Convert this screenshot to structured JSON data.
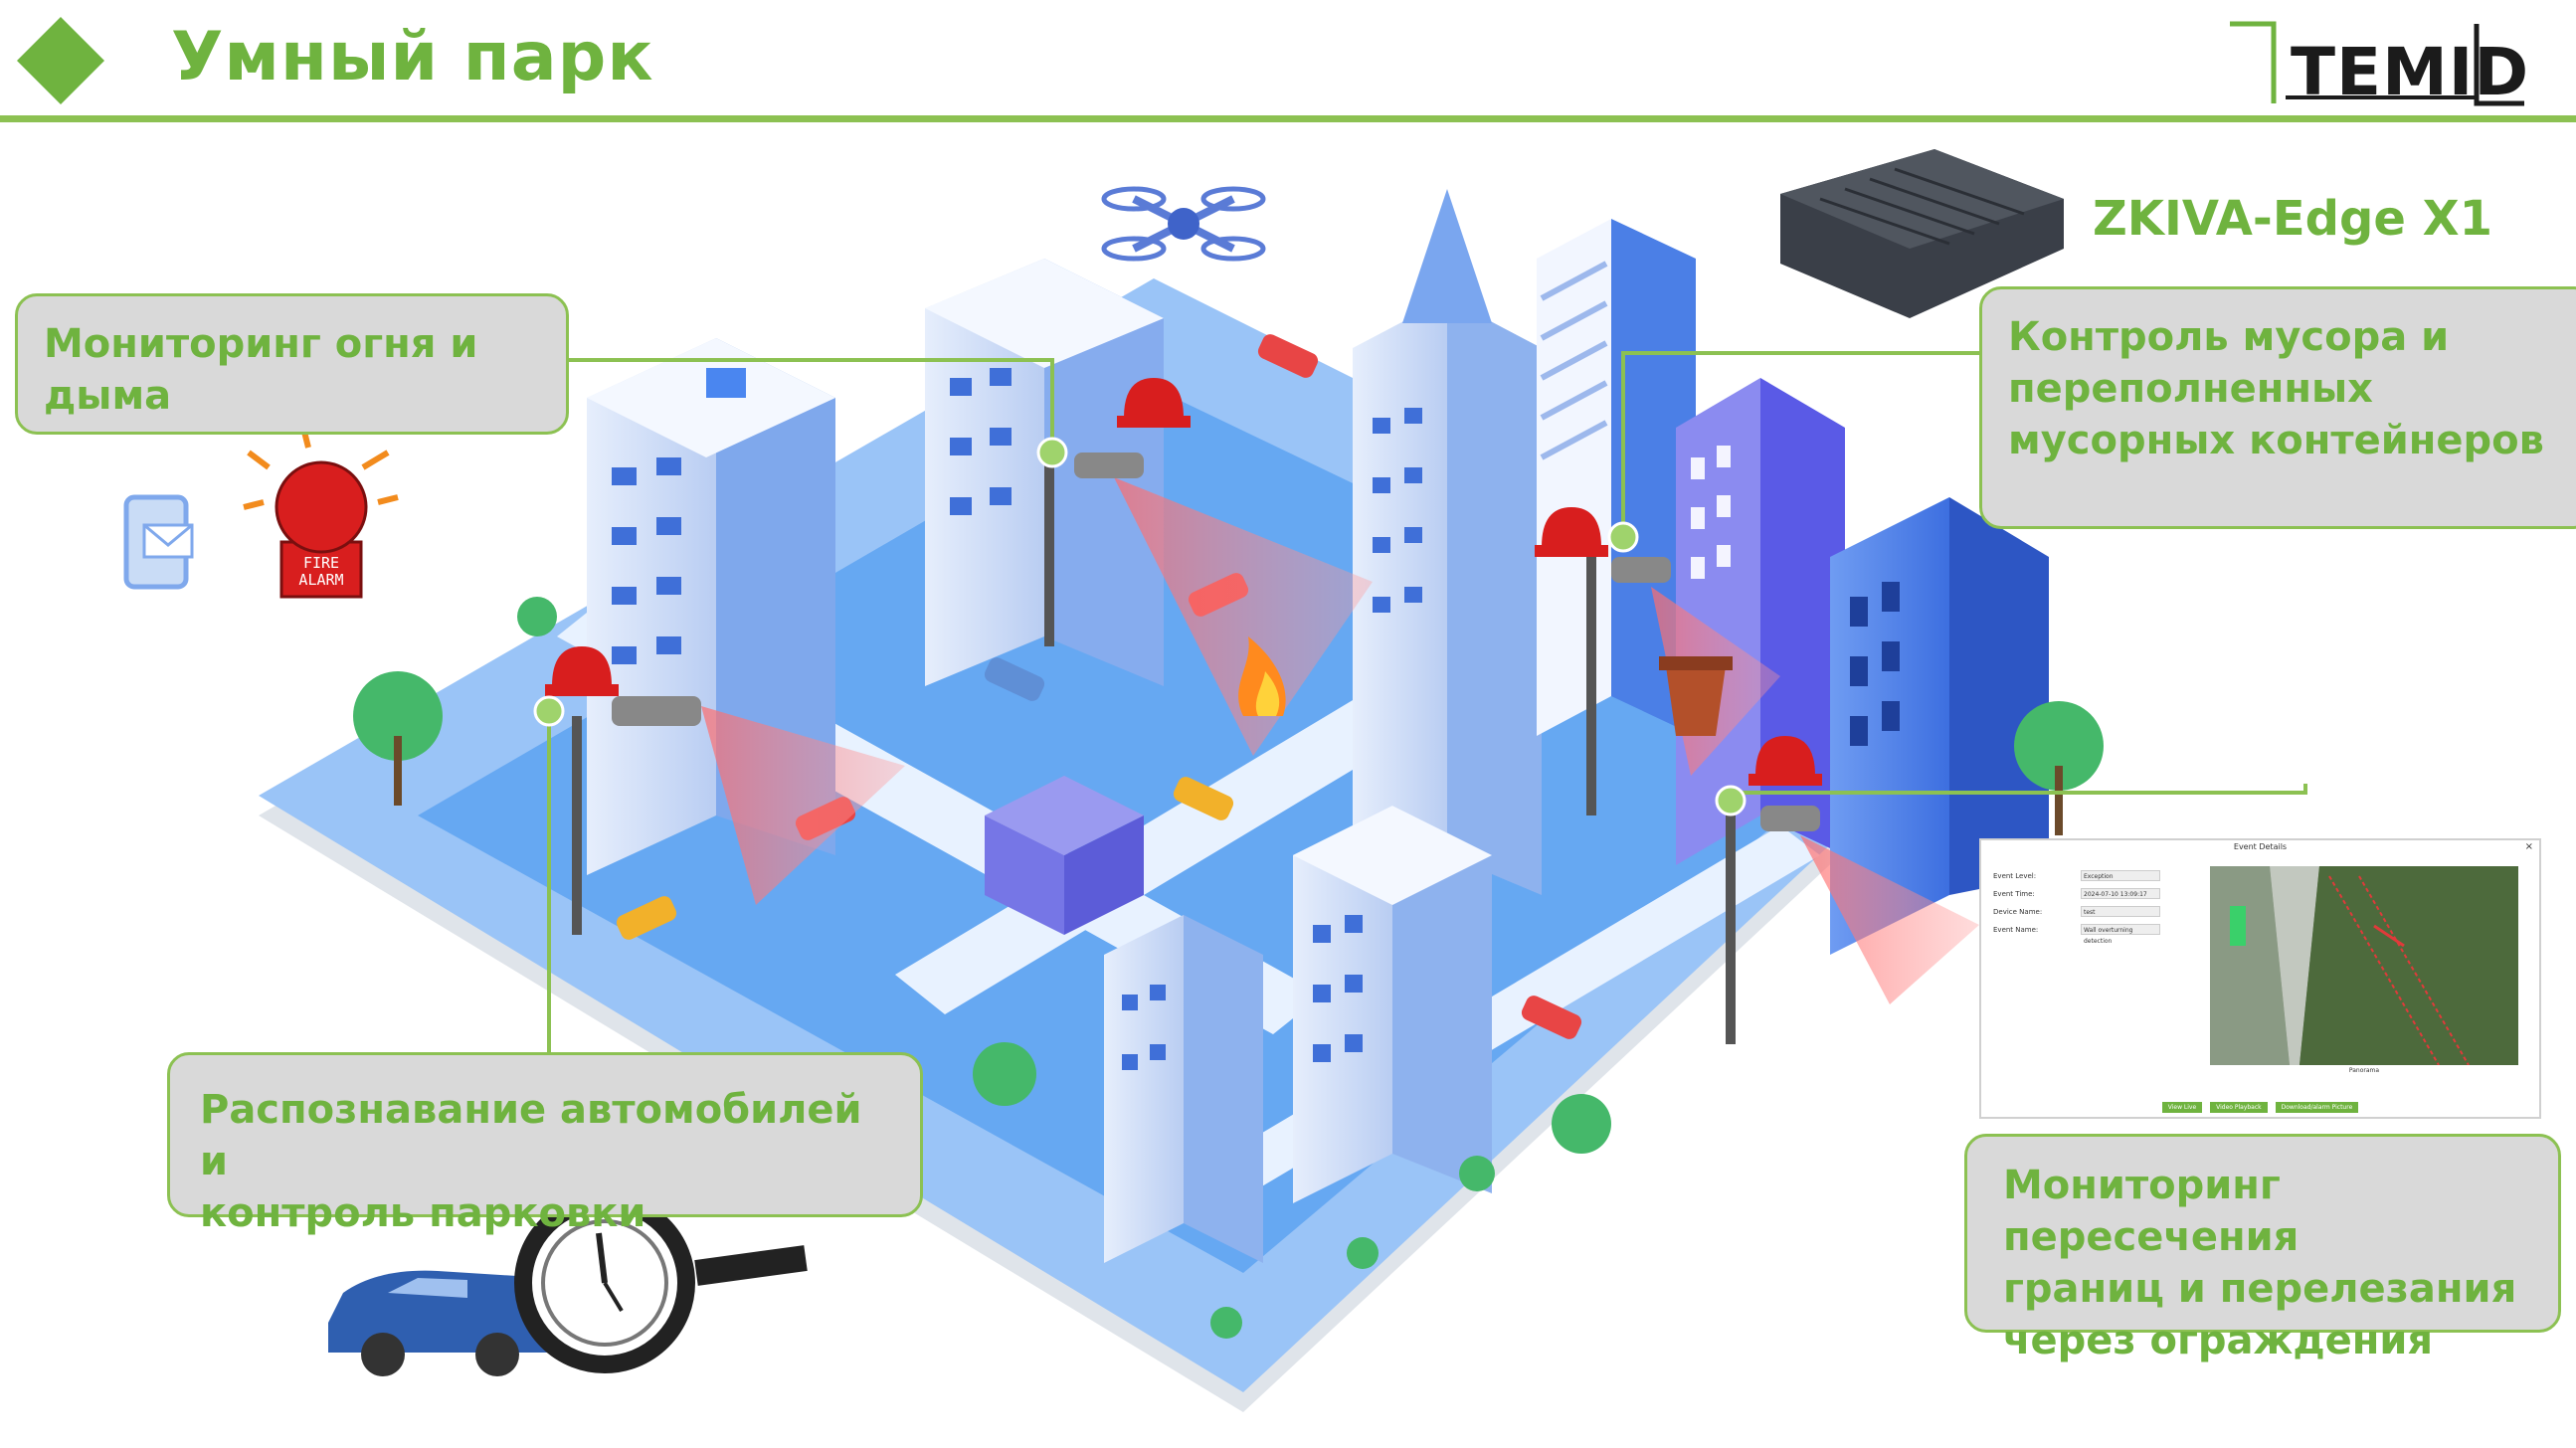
{
  "header": {
    "title": "Умный парк",
    "logo_text": "TEMID"
  },
  "device": {
    "name": "ZKIVA-Edge X1"
  },
  "callouts": {
    "fire": "Мониторинг огня и\nдыма",
    "garbage": "Контроль мусора и\nпереполненных\nмусорных контейнеров",
    "parking": "Распознавание автомобилей и\nконтроль парковки",
    "fence": "Мониторинг пересечения\nграниц и перелезания\nчерез ограждения"
  },
  "fire_alarm": {
    "line1": "FIRE",
    "line2": "ALARM"
  },
  "event_panel": {
    "title": "Event Details",
    "close": "×",
    "rows": [
      {
        "label": "Event Level:",
        "value": "Exception"
      },
      {
        "label": "Event Time:",
        "value": "2024-07-10 13:09:17"
      },
      {
        "label": "Device Name:",
        "value": "test"
      },
      {
        "label": "Event Name:",
        "value": "Wall overturning detection"
      }
    ],
    "caption": "Panorama",
    "buttons": [
      "View Live",
      "Video Playback",
      "Download/alarm Picture"
    ]
  },
  "colors": {
    "accent": "#8cc152",
    "accent_text": "#6fb33f",
    "callout_bg": "#d9d9d9",
    "alarm_red": "#e02020"
  }
}
